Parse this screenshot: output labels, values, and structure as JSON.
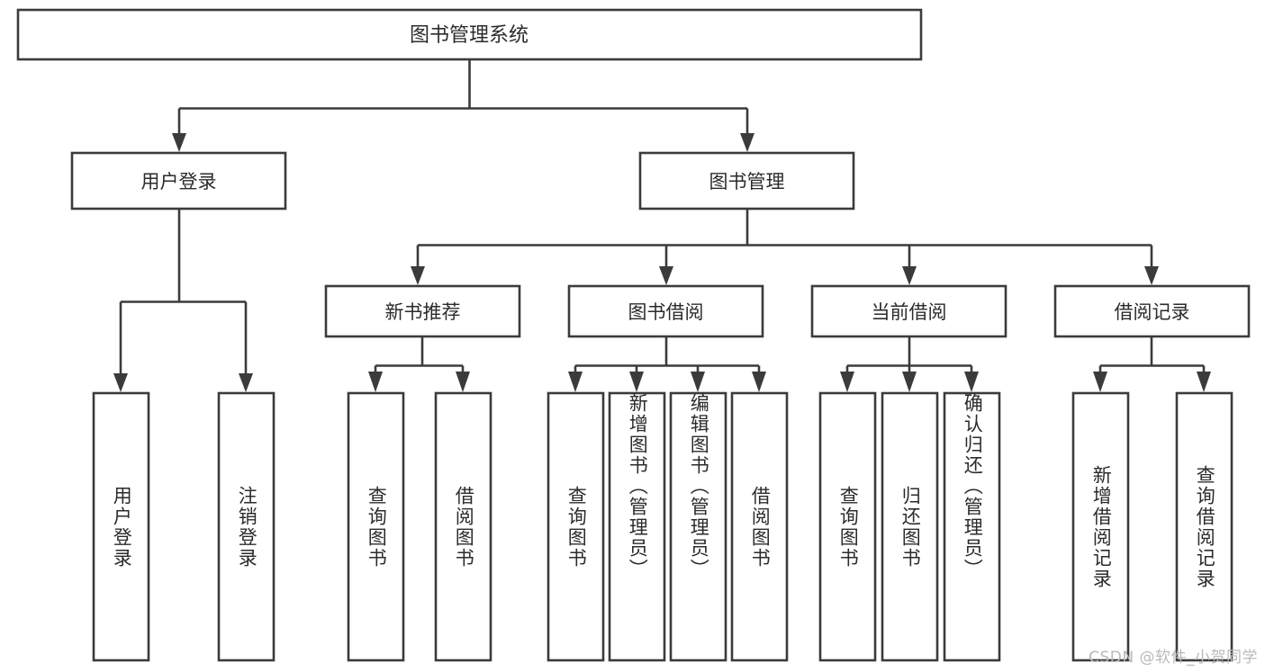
{
  "diagram": {
    "type": "tree",
    "title": "图书管理系统",
    "watermark": "CSDN @软件_小贺同学",
    "colors": {
      "background": "#ffffff",
      "node_fill": "#ffffff",
      "node_stroke": "#3b3b3b",
      "text": "#2b2b2b",
      "watermark": "#b9b9b9"
    },
    "levels": {
      "root": {
        "label": "图书管理系统"
      },
      "level2": [
        {
          "id": "user-login",
          "label": "用户登录"
        },
        {
          "id": "book-manage",
          "label": "图书管理"
        }
      ],
      "level3": [
        {
          "id": "new-book-rec",
          "label": "新书推荐",
          "parent": "book-manage"
        },
        {
          "id": "book-borrow",
          "label": "图书借阅",
          "parent": "book-manage"
        },
        {
          "id": "current-borrow",
          "label": "当前借阅",
          "parent": "book-manage"
        },
        {
          "id": "borrow-record",
          "label": "借阅记录",
          "parent": "book-manage"
        }
      ],
      "leaves": [
        {
          "id": "leaf-user-login",
          "label": "用户登录",
          "parent": "user-login"
        },
        {
          "id": "leaf-logout-login",
          "label": "注销登录",
          "parent": "user-login"
        },
        {
          "id": "leaf-query-book-1",
          "label": "查询图书",
          "parent": "new-book-rec"
        },
        {
          "id": "leaf-borrow-book-1",
          "label": "借阅图书",
          "parent": "new-book-rec"
        },
        {
          "id": "leaf-query-book-2",
          "label": "查询图书",
          "parent": "book-borrow"
        },
        {
          "id": "leaf-add-book",
          "label": "新增图书（管理员）",
          "parent": "book-borrow"
        },
        {
          "id": "leaf-edit-book",
          "label": "编辑图书（管理员）",
          "parent": "book-borrow"
        },
        {
          "id": "leaf-borrow-book-2",
          "label": "借阅图书",
          "parent": "book-borrow"
        },
        {
          "id": "leaf-query-book-3",
          "label": "查询图书",
          "parent": "current-borrow"
        },
        {
          "id": "leaf-return-book",
          "label": "归还图书",
          "parent": "current-borrow"
        },
        {
          "id": "leaf-confirm-return",
          "label": "确认归还（管理员）",
          "parent": "current-borrow"
        },
        {
          "id": "leaf-add-record",
          "label": "新增借阅记录",
          "parent": "borrow-record"
        },
        {
          "id": "leaf-query-record",
          "label": "查询借阅记录",
          "parent": "borrow-record"
        }
      ]
    }
  }
}
